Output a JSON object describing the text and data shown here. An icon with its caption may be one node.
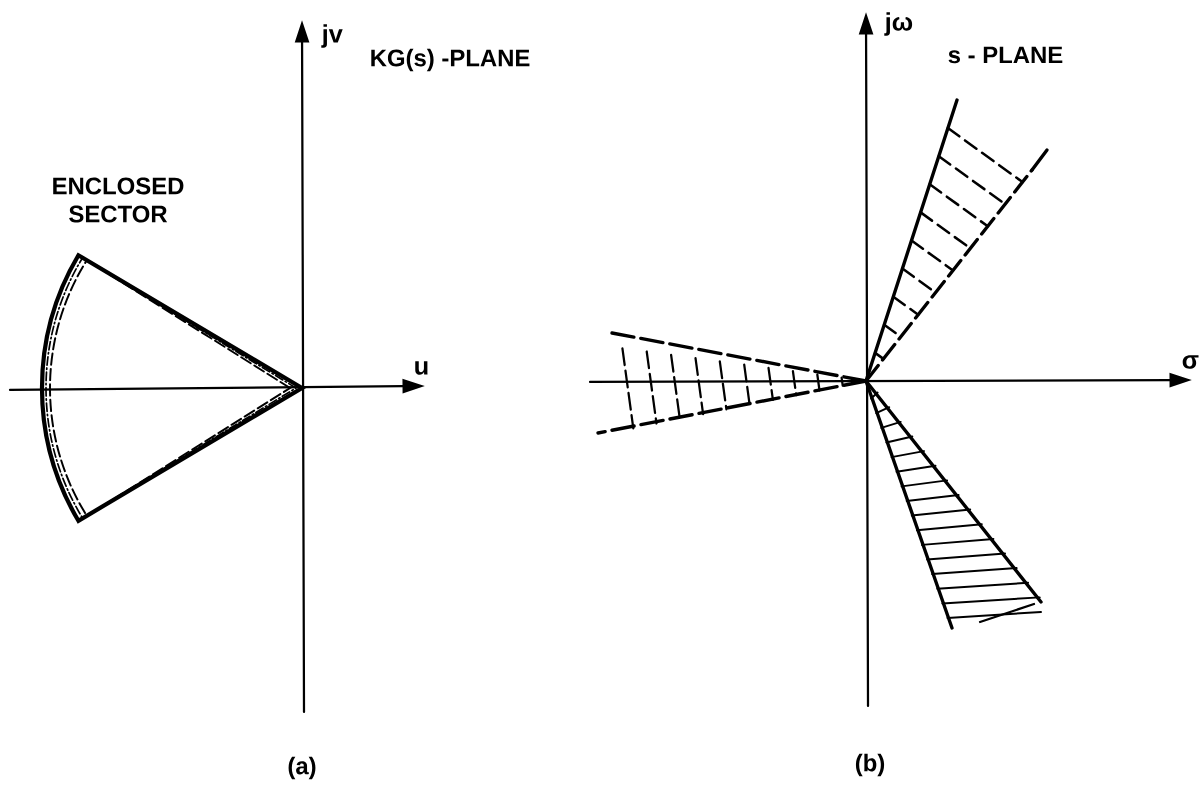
{
  "diagram": {
    "labels": [
      "jv",
      "KG(s) -PLANE",
      "ENCLOSED SECTOR",
      "u",
      "(a)",
      "jω",
      "s - PLANE",
      "σ",
      "(b)"
    ]
  }
}
